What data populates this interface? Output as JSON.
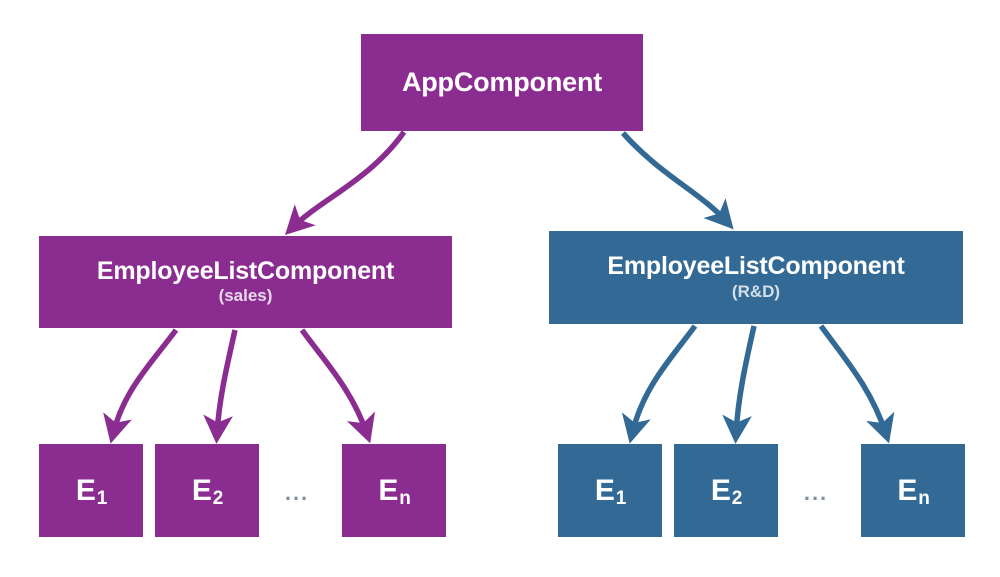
{
  "diagram": {
    "type": "component-tree",
    "colors": {
      "purple": "#8b2d90",
      "blue": "#336a95",
      "background": "#ffffff",
      "text": "#ffffff",
      "subtitle_purple": "#ead9ec",
      "subtitle_blue": "#d3dfe9",
      "ellipsis": "#7d8fa3"
    },
    "root": {
      "label": "AppComponent"
    },
    "branches": [
      {
        "id": "sales",
        "label": "EmployeeListComponent",
        "sublabel": "(sales)",
        "color": "#8b2d90",
        "leaves": [
          {
            "base": "E",
            "sub": "1"
          },
          {
            "base": "E",
            "sub": "2"
          },
          {
            "base": "E",
            "sub": "n"
          }
        ],
        "ellipsis": "..."
      },
      {
        "id": "rd",
        "label": "EmployeeListComponent",
        "sublabel": "(R&D)",
        "color": "#336a95",
        "leaves": [
          {
            "base": "E",
            "sub": "1"
          },
          {
            "base": "E",
            "sub": "2"
          },
          {
            "base": "E",
            "sub": "n"
          }
        ],
        "ellipsis": "..."
      }
    ]
  }
}
